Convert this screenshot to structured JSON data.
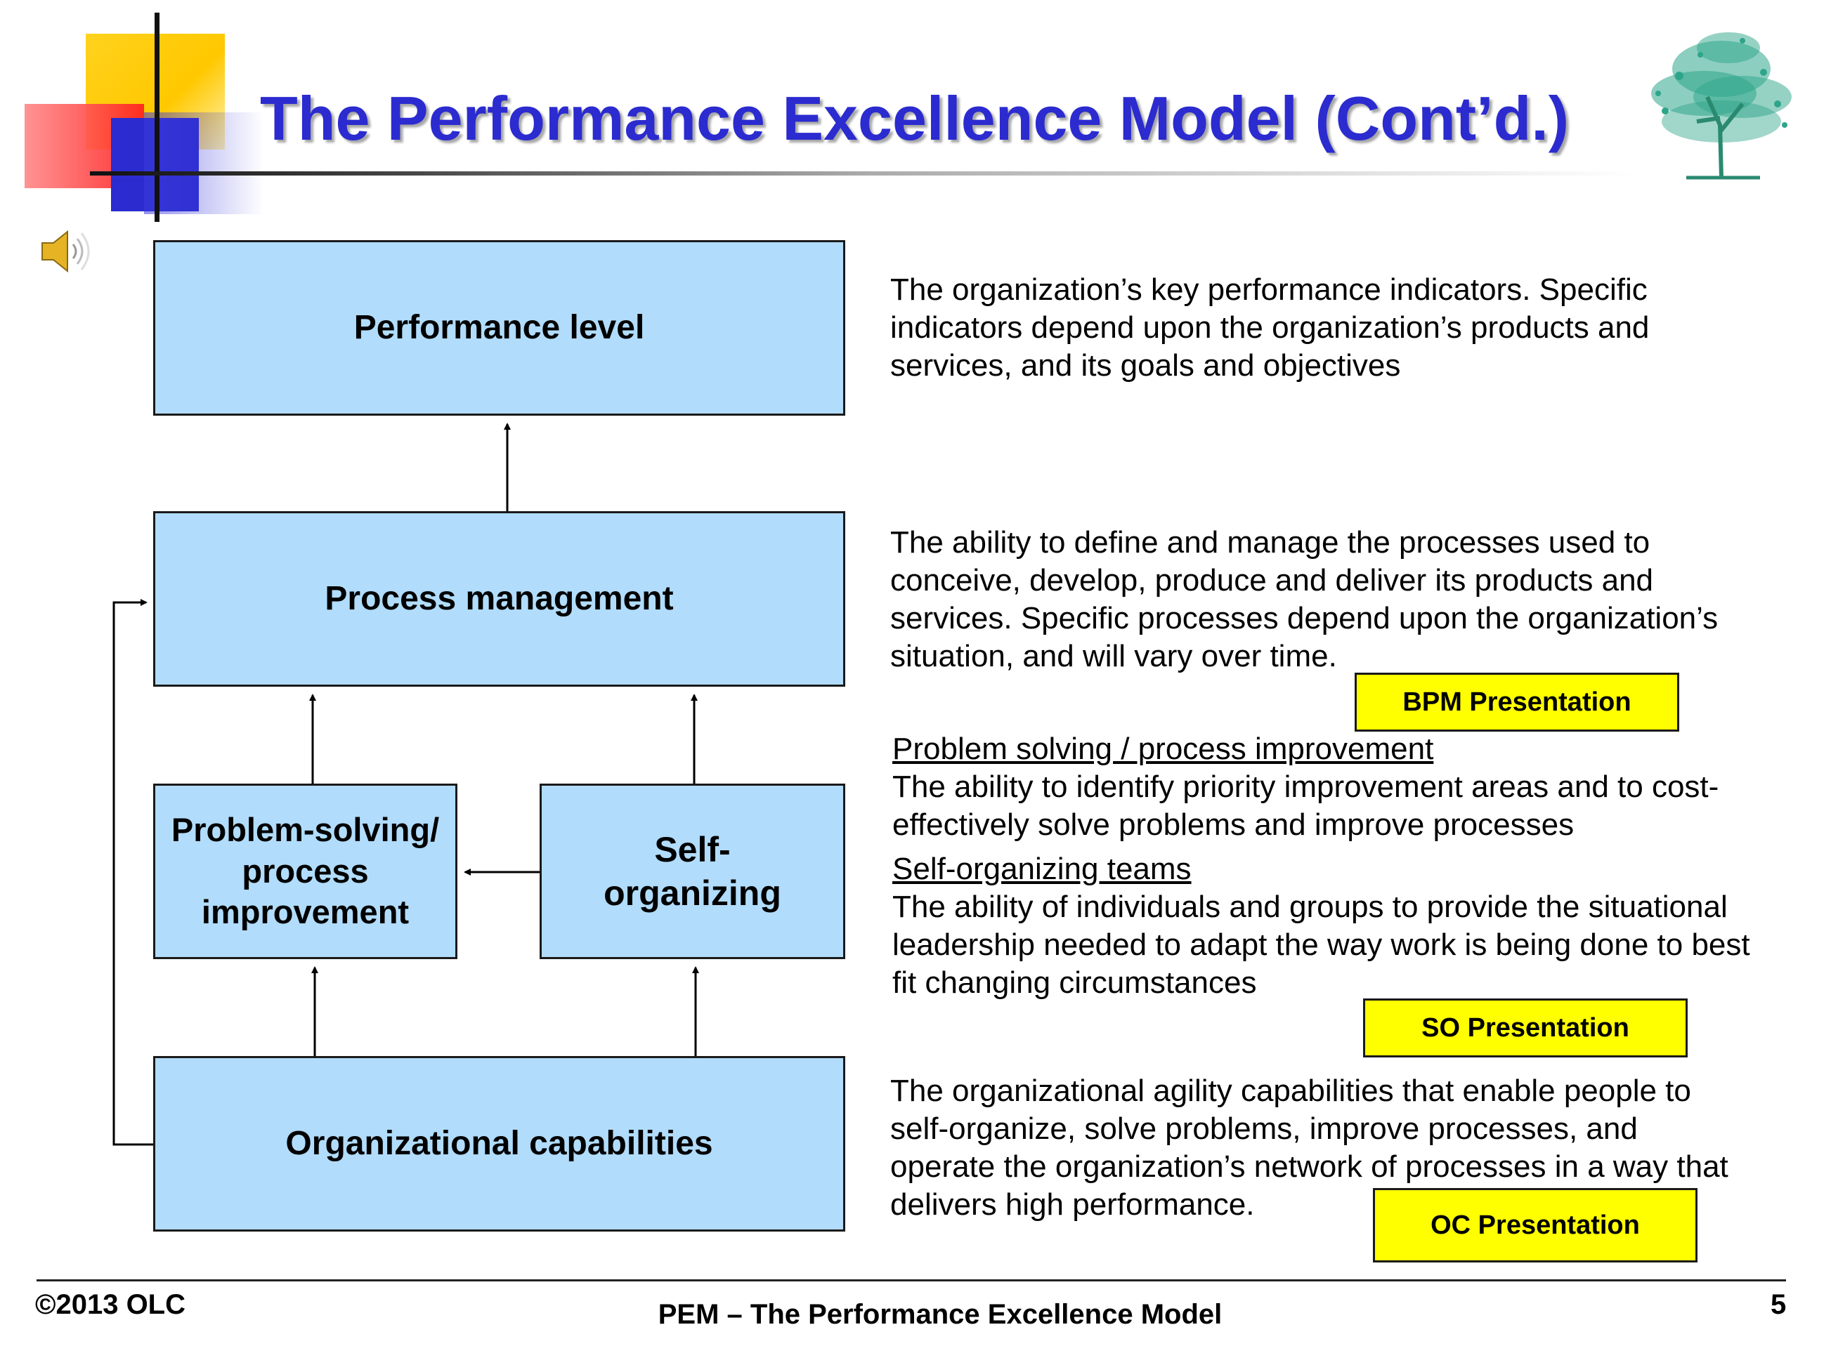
{
  "header": {
    "title": "The Performance Excellence Model (Cont’d.)"
  },
  "diagram": {
    "performance_level": "Performance level",
    "process_management": "Process management",
    "problem_solving": "Problem-solving/ process improvement",
    "self_organizing": "Self- organizing",
    "organizational_capabilities": "Organizational capabilities"
  },
  "descriptions": {
    "performance": "The organization’s key performance indicators. Specific indicators depend upon the organization’s products and services, and its goals and objectives",
    "process": "The ability to define and manage the processes used to conceive, develop, produce and deliver its products and services. Specific processes depend upon the organization’s situation, and will vary over time.",
    "problem_heading": "Problem solving / process improvement",
    "problem_body": "The ability to identify priority improvement areas and to cost-effectively solve problems and improve processes",
    "self_heading": "Self-organizing teams",
    "self_body": "The ability of individuals and groups to provide the situational leadership needed to adapt the way work is being done to best fit changing circumstances",
    "capabilities": "The organizational agility capabilities that enable people to self-organize, solve problems, improve processes, and operate the organization’s network of processes in a way that delivers high performance."
  },
  "buttons": {
    "bpm": "BPM Presentation",
    "so": "SO Presentation",
    "oc": "OC Presentation"
  },
  "footer": {
    "copyright": "©2013 OLC",
    "center": "PEM – The Performance Excellence Model",
    "page_number": "5"
  },
  "colors": {
    "title": "#2b2bd0",
    "box_fill": "#b1dcfb",
    "button_fill": "#ffff00"
  },
  "icons": {
    "speaker": "speaker-icon",
    "tree": "tree-logo-icon"
  }
}
